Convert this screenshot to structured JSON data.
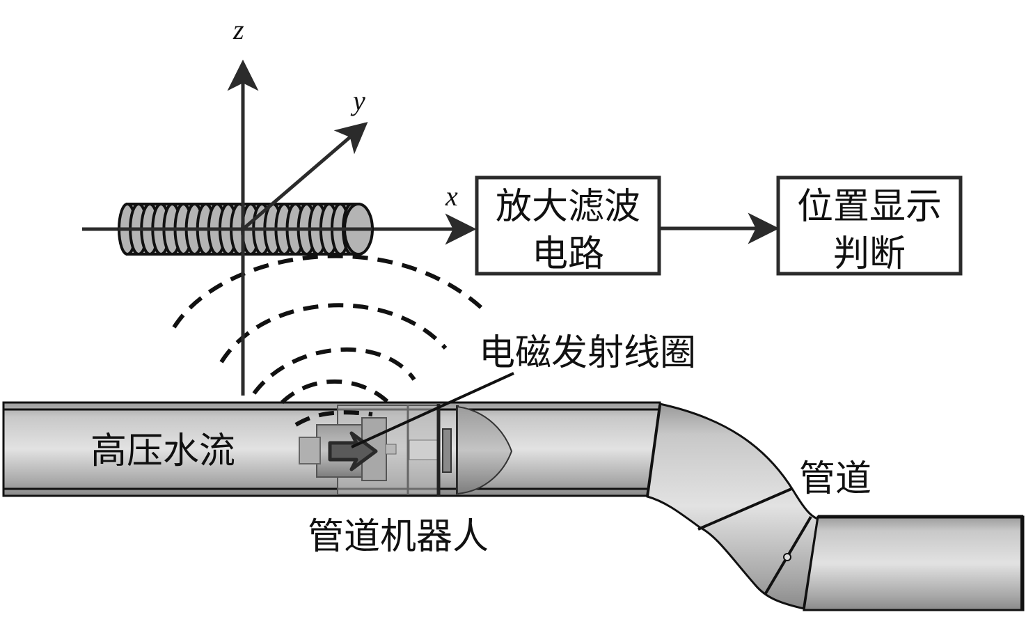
{
  "figure": {
    "axes": {
      "x_label": "x",
      "y_label": "y",
      "z_label": "z"
    },
    "blocks": [
      {
        "id": "amplifier",
        "line1": "放大滤波",
        "line2": "电路"
      },
      {
        "id": "display",
        "line1": "位置显示",
        "line2": "判断"
      }
    ],
    "labels": {
      "emitter_coil": "电磁发射线圈",
      "water_flow": "高压水流",
      "robot": "管道机器人",
      "pipe": "管道"
    },
    "components": {
      "receiver_coil": "receiver-coil-icon",
      "robot_body": "pipe-robot-icon",
      "flow_arrow": "arrow-right-icon",
      "field_waves": "electromagnetic-wave-icon"
    },
    "colors": {
      "ink": "#111111",
      "line": "#2b2b2b",
      "coil_fill": "#b4b4b4",
      "pipe_light": "#dcdcdc",
      "pipe_dark": "#8c8c8c",
      "background": "#ffffff"
    }
  }
}
